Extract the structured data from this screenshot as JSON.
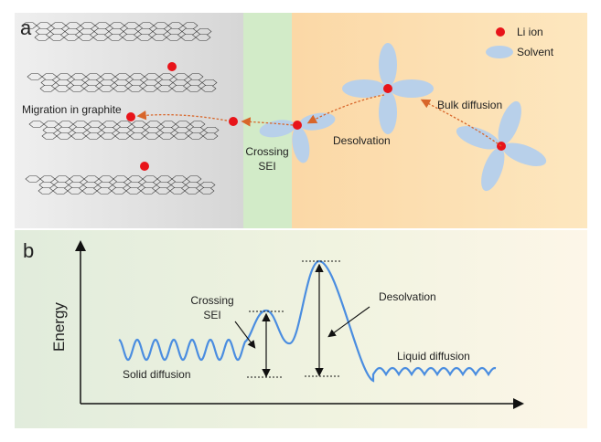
{
  "panel_a": {
    "label": "a",
    "legend": {
      "li_ion": "Li ion",
      "solvent": "Solvent"
    },
    "labels": {
      "migration": "Migration in graphite",
      "crossing_line1": "Crossing",
      "crossing_line2": "SEI",
      "desolvation": "Desolvation",
      "bulk_diffusion": "Bulk diffusion"
    },
    "colors": {
      "graphite_bg": "#dcdcdc",
      "sei_bg": "#cfe8c8",
      "electrolyte_bg": "#fbd9a0",
      "li_ion": "#e8141a",
      "solvent": "#b8d0ea",
      "path": "#d8662a"
    }
  },
  "panel_b": {
    "label": "b",
    "axis_label": "Energy",
    "labels": {
      "crossing_line1": "Crossing",
      "crossing_line2": "SEI",
      "desolvation": "Desolvation",
      "liquid_diffusion": "Liquid diffusion",
      "solid_diffusion": "Solid diffusion"
    },
    "colors": {
      "curve": "#4a8de0",
      "bg_left": "#e3eedf",
      "bg_right": "#fdf6e4"
    }
  }
}
